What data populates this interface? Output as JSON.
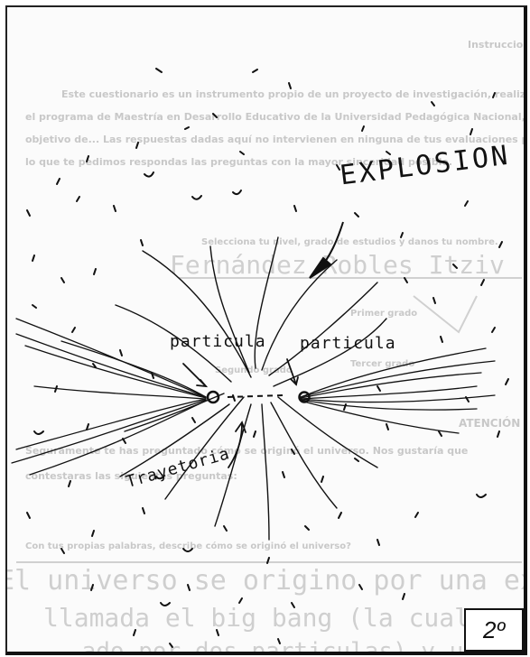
{
  "sketch": {
    "title_label": "EXPLOSION",
    "left_particle_label": "particula",
    "right_particle_label": "particula",
    "trajectory_label": "Trayetoria"
  },
  "grade": {
    "label": "2º"
  },
  "faded_background": {
    "lines": [
      "Instrucciones:",
      "Este cuestionario es un instrumento propio de un proyecto de investigación, realizado en",
      "el programa de Maestría en Desarrollo Educativo de la Universidad Pedagógica Nacional, con el",
      "objetivo de... Las respuestas dadas aquí no intervienen en ninguna de tus evaluaciones por",
      "lo que te pedimos respondas las preguntas con la mayor sinceridad posible.",
      "Selecciona tu nivel, grado de estudios y danos tu nombre.",
      "Primer grado",
      "Segundo grado",
      "Tercer grado",
      "ATENCIÓN",
      "Seguramente te has preguntado cómo se originó el universo. Nos gustaría que",
      "contestaras las siguientes preguntas:",
      "Con tus propias palabras, describe cómo se originó el universo?"
    ],
    "handwritten_lines": [
      "Fernández Robles Itziv",
      "El universo se origino por una explosión",
      "llamada el big bang (la cual se hizo",
      "....ado por dos particulas) y una"
    ]
  }
}
